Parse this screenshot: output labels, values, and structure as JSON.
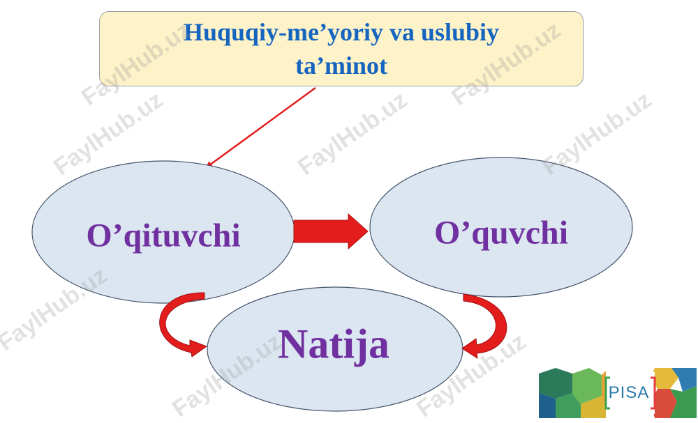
{
  "title": {
    "line1": "Huquqiy-me’yoriy va uslubiy",
    "line2": "ta’minot"
  },
  "nodes": {
    "teacher": "O’qituvchi",
    "student": "O’quvchi",
    "result": "Natija"
  },
  "watermark": "FaylHub.uz",
  "logo": {
    "text": "PISA"
  },
  "colors": {
    "title_text": "#1565c0",
    "title_bg": "#fdf2c8",
    "node_fill": "#dbe6f1",
    "node_stroke": "#44546a",
    "node_text": "#7030a0",
    "arrow_red": "#e31c1c"
  }
}
